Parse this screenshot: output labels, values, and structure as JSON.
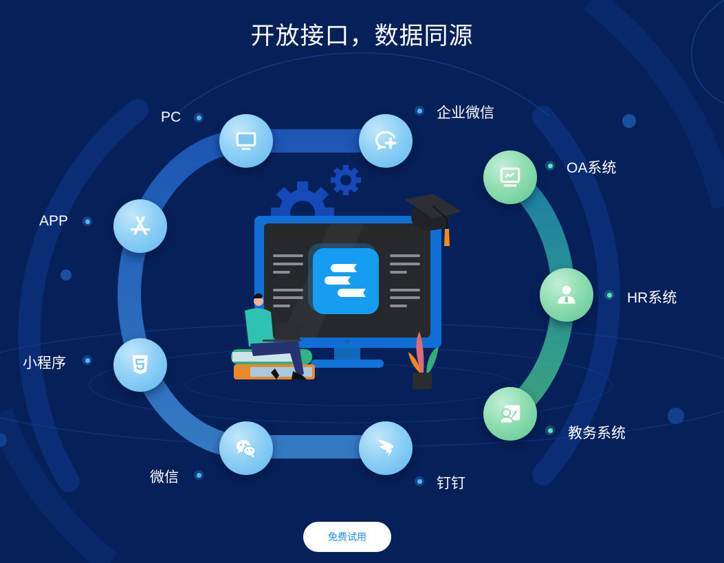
{
  "header": {
    "title": "开放接口，数据同源"
  },
  "left_nodes": [
    {
      "label": "PC",
      "icon": "monitor-icon"
    },
    {
      "label": "APP",
      "icon": "app-store-icon"
    },
    {
      "label": "小程序",
      "icon": "html5-icon"
    },
    {
      "label": "微信",
      "icon": "wechat-icon"
    }
  ],
  "right_nodes": [
    {
      "label": "企业微信",
      "icon": "wecom-icon"
    },
    {
      "label": "钉钉",
      "icon": "dingtalk-icon"
    }
  ],
  "system_nodes": [
    {
      "label": "OA系统",
      "icon": "dashboard-monitor-icon"
    },
    {
      "label": "HR系统",
      "icon": "person-tie-icon"
    },
    {
      "label": "教务系统",
      "icon": "teacher-board-icon"
    }
  ],
  "cta": {
    "label": "免费试用"
  },
  "colors": {
    "background": "#06215a",
    "blue_arc": "#2a6cc0",
    "green_arc": "#2f9a8a",
    "blue_node": "#8fd0f5",
    "green_node": "#8fddb1",
    "button_text": "#1f8fe6"
  }
}
